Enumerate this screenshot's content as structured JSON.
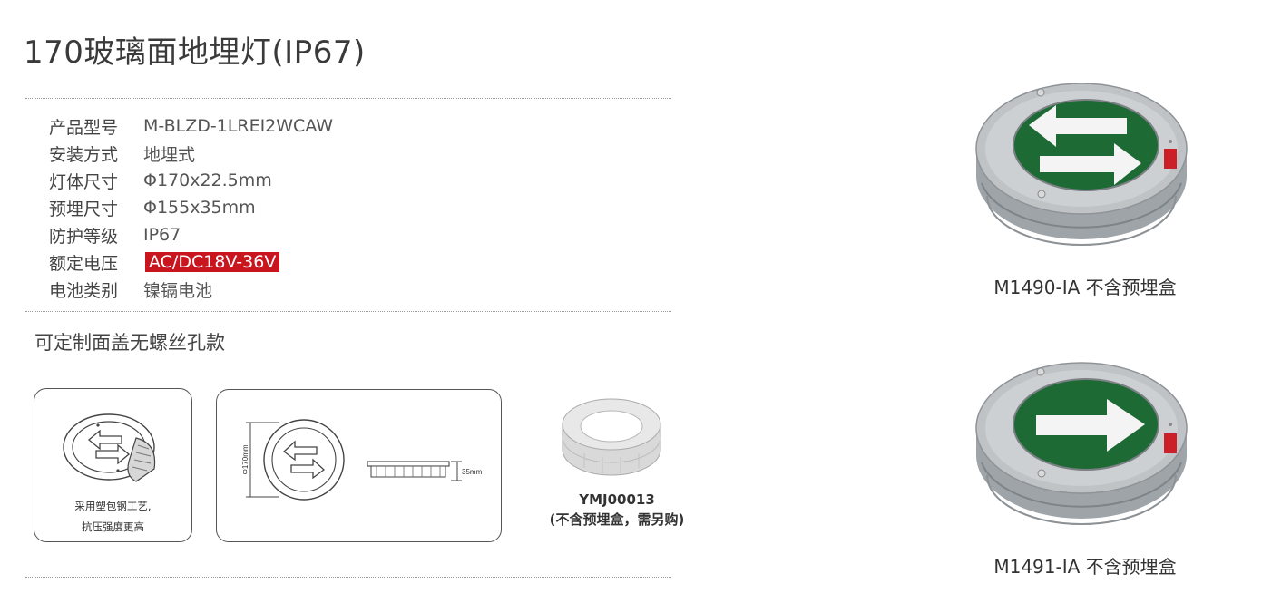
{
  "page_title": "170玻璃面地埋灯(IP67)",
  "specs": [
    {
      "label": "产品型号",
      "value": "M-BLZD-1LREⅠ2WCAW"
    },
    {
      "label": "安装方式",
      "value": "地埋式"
    },
    {
      "label": "灯体尺寸",
      "value": "Φ170x22.5mm"
    },
    {
      "label": "预埋尺寸",
      "value": "Φ155x35mm"
    },
    {
      "label": "防护等级",
      "value": "IP67"
    },
    {
      "label": "额定电压",
      "value": "AC/DC18V-36V",
      "highlight": true
    },
    {
      "label": "电池类别",
      "value": "镍镉电池"
    }
  ],
  "subtitle": "可定制面盖无螺丝孔款",
  "box1": {
    "caption_line1": "采用塑包钢工艺,",
    "caption_line2": "抗压强度更高"
  },
  "box2": {
    "dim_diameter": "Φ170mm",
    "dim_height": "35mm"
  },
  "ring": {
    "model": "YMJ00013",
    "note": "(不含预埋盒，需另购)"
  },
  "products": [
    {
      "caption": "M1490-IA 不含预埋盒",
      "arrow": "double"
    },
    {
      "caption": "M1491-IA 不含预埋盒",
      "arrow": "single"
    }
  ],
  "colors": {
    "highlight": "#c9151e",
    "sign_green": "#1d6a35",
    "steel": "#b9bdc1"
  }
}
